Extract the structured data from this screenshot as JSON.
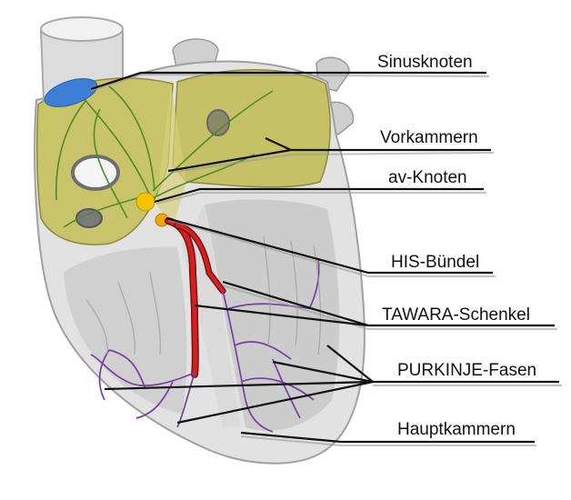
{
  "labels": {
    "sinusknoten": "Sinusknoten",
    "vorkammern": "Vorkammern",
    "av_knoten": "av-Knoten",
    "his_buendel": "HIS-Bündel",
    "tawara": "TAWARA-Schenkel",
    "purkinje": "PURKINJE-Fasen",
    "hauptkammern": "Hauptkammern"
  },
  "colors": {
    "atrium_fill": "#c9c46a",
    "muscle": "#e2e2e2",
    "muscle_shadow": "#b8b8b8",
    "sinus_node": "#3d7fd6",
    "av_node": "#f2c400",
    "his_bundle": "#d42020",
    "purkinje": "#7a3fa0",
    "nerve_green": "#4f8a2b"
  }
}
